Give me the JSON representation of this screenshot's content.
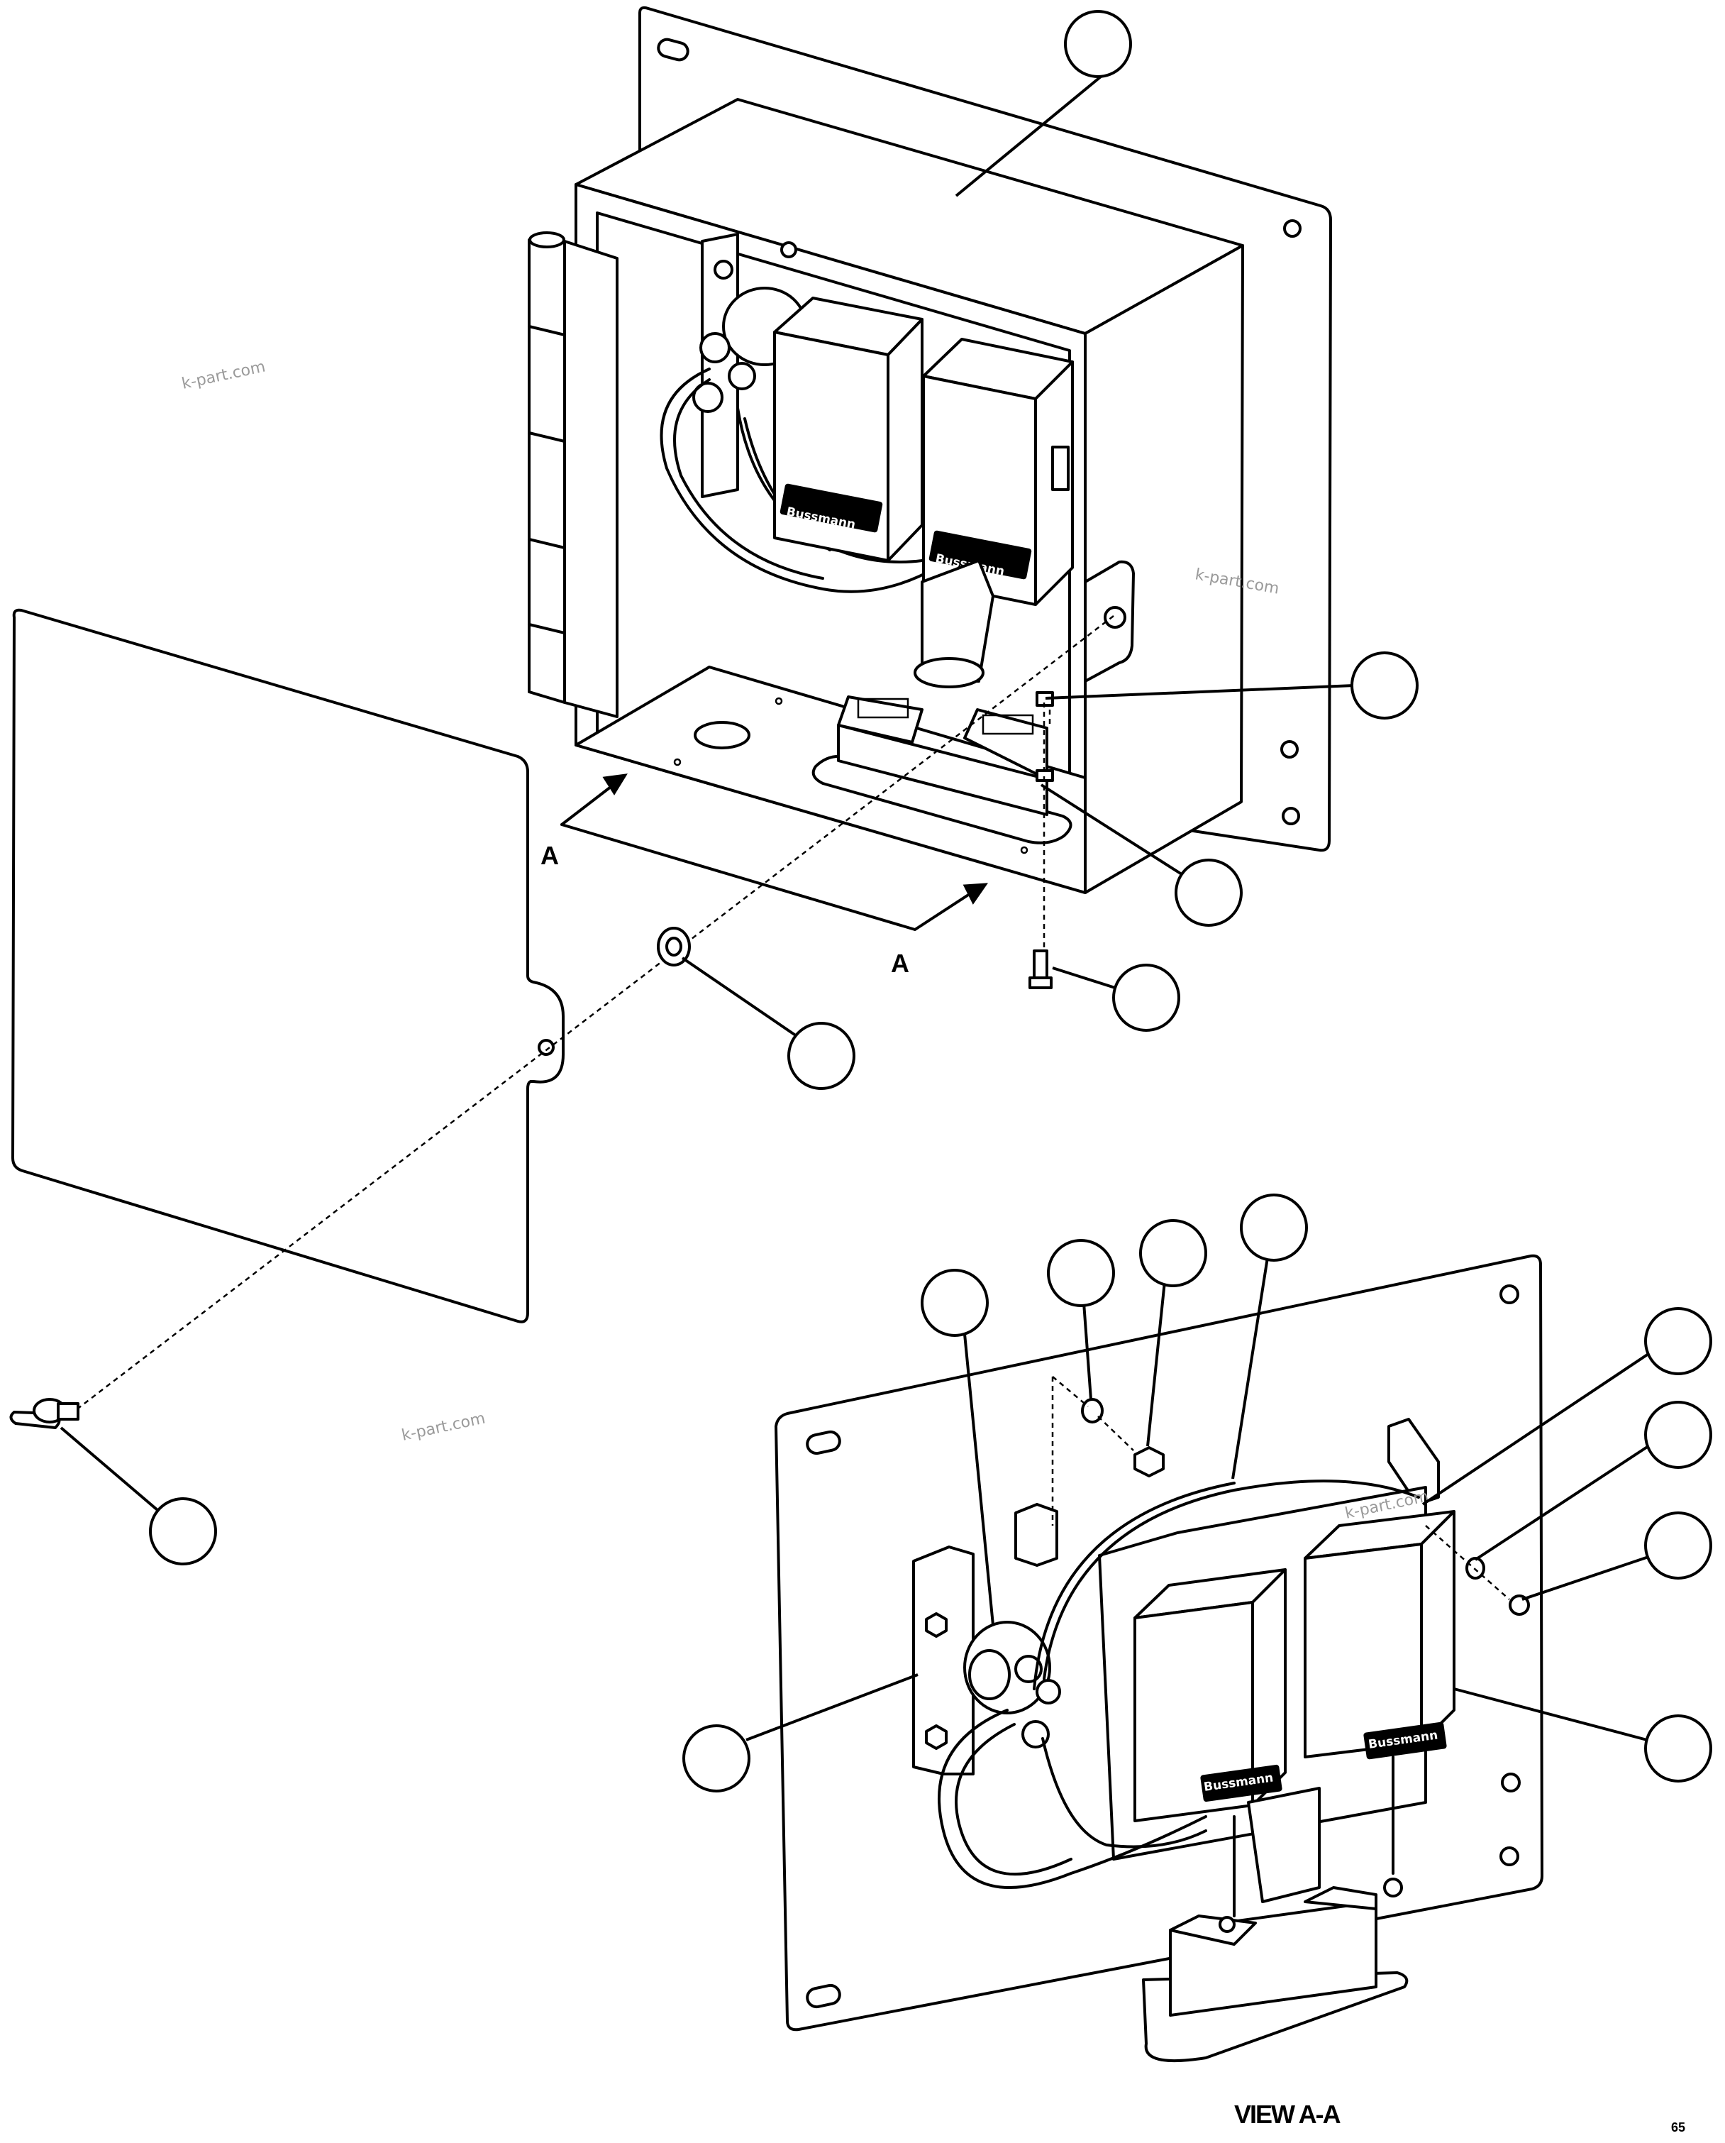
{
  "section_mark": "A",
  "brand_label": "Bussmann",
  "watermark": "k-part.com",
  "view_label": "VIEW A-A",
  "figure_code": "65"
}
